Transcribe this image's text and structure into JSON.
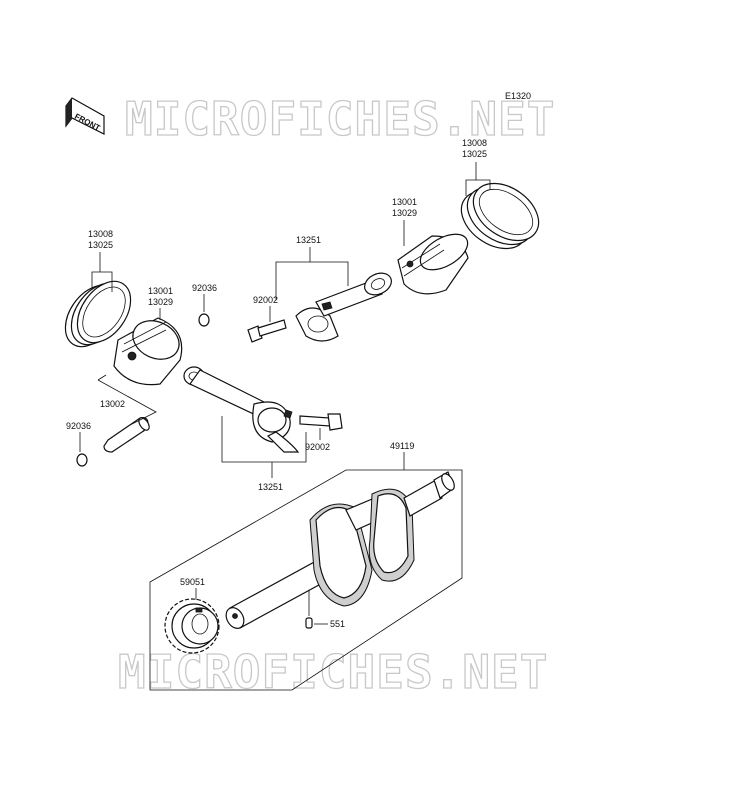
{
  "diagram_code": "E1320",
  "front_label": "FRONT",
  "watermark": "MICROFICHES.NET",
  "callouts": {
    "ring_set_left": [
      "13008",
      "13025"
    ],
    "piston_left": [
      "13001",
      "13029"
    ],
    "circlip_left_top": "92036",
    "pin": "13002",
    "circlip_left_bottom": "92036",
    "rod_top": "13251",
    "bolt_top": "92002",
    "piston_right": [
      "13001",
      "13029"
    ],
    "ring_set_right": [
      "13008",
      "13025"
    ],
    "bolt_bottom": "92002",
    "rod_bottom": "13251",
    "crankshaft": "49119",
    "gear": "59051",
    "dowel": "551"
  }
}
